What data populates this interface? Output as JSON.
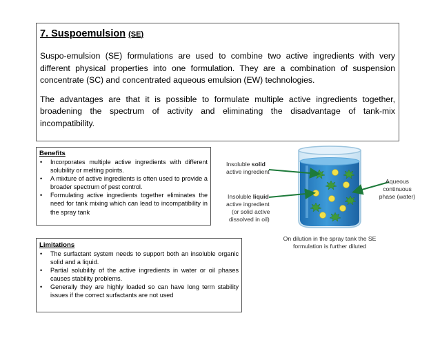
{
  "top": {
    "title": "7. Suspoemulsion",
    "title_suffix": "(SE)",
    "para1": "Suspo-emulsion (SE) formulations are used to combine two active ingredients with very different physical properties into one formulation.  They are a combination of suspension concentrate (SC) and concentrated aqueous emulsion (EW) technologies.",
    "para2": "The advantages are that it is possible to formulate multiple active ingredients together, broadening the spectrum of activity and eliminating the disadvantage of tank-mix incompatibility."
  },
  "benefits": {
    "heading": "Benefits",
    "items": [
      "Incorporates multiple active ingredients with different solubility or melting points.",
      "A mixture of active ingredients is often used to provide a broader spectrum of pest control.",
      "Formulating active ingredients together eliminates the need for tank mixing which can lead to incompatibility in the spray tank"
    ]
  },
  "limitations": {
    "heading": "Limitations",
    "items": [
      "The surfactant system needs to support both an insoluble organic solid and a liquid.",
      "Partial solubility of the active ingredients in water or oil phases causes stability problems.",
      "Generally they are highly loaded so can have long term stability issues if the correct surfactants are not used"
    ]
  },
  "figure": {
    "solid_label_1": "Insoluble",
    "solid_label_bold": "solid",
    "solid_label_2": "active ingredient",
    "liquid_label_1": "Insoluble",
    "liquid_label_bold": "liquid",
    "liquid_label_2": "active ingredient",
    "liquid_label_3": "(or solid active",
    "liquid_label_4": "dissolved in oil)",
    "phase_label_1": "Aqueous",
    "phase_label_2": "continuous",
    "phase_label_3": "phase (water)",
    "caption_1": "On dilution in the spray tank the SE",
    "caption_2": "formulation is further diluted",
    "colors": {
      "water": "#2f86c9",
      "water_light": "#9fd0ee",
      "droplet": "#f2e04a",
      "particle": "#3f9a3a",
      "arrow": "#1d7a3a"
    }
  }
}
